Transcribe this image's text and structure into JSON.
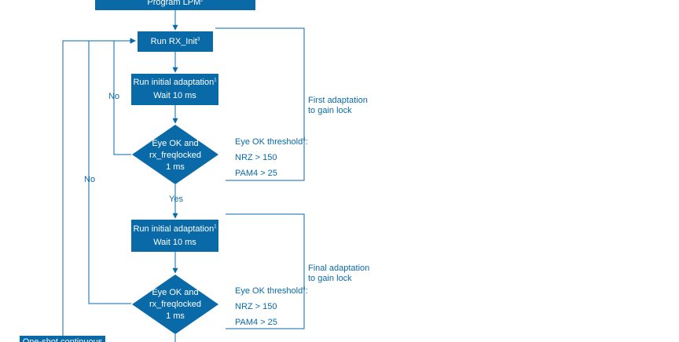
{
  "colors": {
    "accent": "#0a6aa8",
    "line": "#0a6aa8",
    "text_on_accent": "#ffffff"
  },
  "flow": {
    "program_lpm": {
      "label": "Program LPM",
      "note": "2"
    },
    "run_rx_init": {
      "label": "Run RX_Init",
      "note": "3"
    },
    "initial_adaptation_1": {
      "line1": "Run initial adaptation",
      "note": "1",
      "line2": "Wait 10 ms"
    },
    "decision_1": {
      "line1": "Eye OK and",
      "line2": "rx_freqlocked",
      "line3": "1 ms"
    },
    "initial_adaptation_2": {
      "line1": "Run initial adaptation",
      "note": "1",
      "line2": "Wait 10 ms"
    },
    "decision_2": {
      "line1": "Eye OK and",
      "line2": "rx_freqlocked",
      "line3": "1 ms"
    },
    "one_shot": {
      "label": "One-shot continuous"
    }
  },
  "labels": {
    "no_1": "No",
    "no_2": "No",
    "yes_1": "Yes"
  },
  "brackets": {
    "first": {
      "line1": "First adaptation",
      "line2": "to gain lock"
    },
    "final": {
      "line1": "Final adaptation",
      "line2": "to gain lock"
    }
  },
  "thresholds": {
    "first": {
      "title": "Eye OK threshold",
      "note": "4",
      "suffix": ":",
      "nrz": "NRZ > 150",
      "pam4": "PAM4 > 25"
    },
    "final": {
      "title": "Eye OK threshold",
      "note": "4",
      "suffix": ":",
      "nrz": "NRZ > 150",
      "pam4": "PAM4 > 25"
    }
  }
}
